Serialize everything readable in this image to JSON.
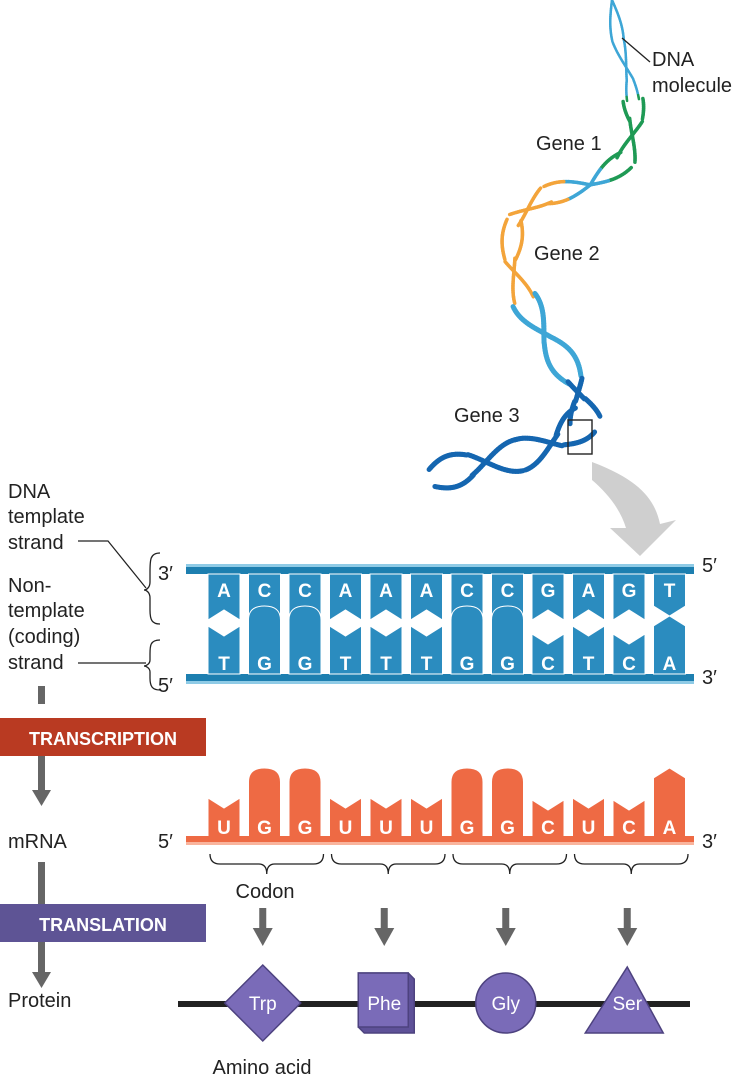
{
  "dna_labels": {
    "molecule_line1": "DNA",
    "molecule_line2": "molecule",
    "gene1": "Gene 1",
    "gene2": "Gene 2",
    "gene3": "Gene 3"
  },
  "strand_labels": {
    "template_line1": "DNA",
    "template_line2": "template",
    "template_line3": "strand",
    "nontemplate_line1": "Non-",
    "nontemplate_line2": "template",
    "nontemplate_line3": "(coding)",
    "nontemplate_line4": "strand"
  },
  "ends": {
    "top_left": "3′",
    "top_right": "5′",
    "bottom_left": "5′",
    "bottom_right": "3′",
    "mrna_left": "5′",
    "mrna_right": "3′"
  },
  "template_strand": [
    "A",
    "C",
    "C",
    "A",
    "A",
    "A",
    "C",
    "C",
    "G",
    "A",
    "G",
    "T"
  ],
  "coding_strand": [
    "T",
    "G",
    "G",
    "T",
    "T",
    "T",
    "G",
    "G",
    "C",
    "T",
    "C",
    "A"
  ],
  "mrna": [
    "U",
    "G",
    "G",
    "U",
    "U",
    "U",
    "G",
    "G",
    "C",
    "U",
    "C",
    "A"
  ],
  "flow": {
    "transcription": "TRANSCRIPTION",
    "mrna": "mRNA",
    "translation": "TRANSLATION",
    "protein": "Protein"
  },
  "codon_label": "Codon",
  "amino_acid_label": "Amino acid",
  "amino_acids": [
    {
      "name": "Trp",
      "shape": "diamond"
    },
    {
      "name": "Phe",
      "shape": "cube"
    },
    {
      "name": "Gly",
      "shape": "circle"
    },
    {
      "name": "Ser",
      "shape": "triangle"
    }
  ],
  "colors": {
    "dna_strand": "#1d7fb0",
    "dna_base": "#2b8cbf",
    "mrna": "#ee6a44",
    "transcription_bar": "#b93a22",
    "translation_bar": "#5e5495",
    "amino_acid": "#7a6bb8",
    "gene1": "#1f9a55",
    "gene2": "#f3a43b",
    "gene3": "#1566b0",
    "arrow": "#666666"
  }
}
